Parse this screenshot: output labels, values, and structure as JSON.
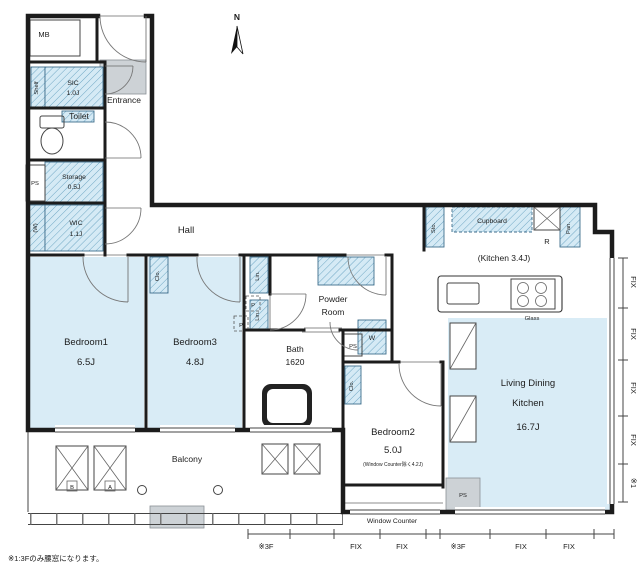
{
  "rooms": {
    "bedroom1": {
      "name": "Bedroom1",
      "size": "6.5J"
    },
    "bedroom3": {
      "name": "Bedroom3",
      "size": "4.8J"
    },
    "bedroom2": {
      "name": "Bedroom2",
      "size": "5.0J",
      "note": "(Window Counter除く4.2J)"
    },
    "ldk": {
      "name1": "Living Dining",
      "name2": "Kitchen",
      "size": "16.7J"
    },
    "kitchen_note": "(Kitchen 3.4J)",
    "bath": {
      "name": "Bath",
      "size": "1620"
    },
    "powder": {
      "name1": "Powder",
      "name2": "Room"
    },
    "toilet": "Toilet",
    "entrance": "Entrance",
    "hall": "Hall",
    "balcony": "Balcony",
    "sic": {
      "name": "SIC",
      "size": "1.0J"
    },
    "storage": {
      "name": "Storage",
      "size": "0.5J"
    },
    "wic": {
      "name": "WIC",
      "size": "1.1J"
    }
  },
  "small": {
    "mb": "MB",
    "n": "N",
    "shelf": "Shelf",
    "ps": "PS",
    "w_paren": "(W)",
    "clo": "Clo.",
    "lin": "Lin.",
    "p": "P",
    "w": "W",
    "sto": "Sto.",
    "cupboard": "Cupboard",
    "r": "R",
    "pan": "Pan.",
    "glass": "Glass",
    "b": "B",
    "a": "A",
    "window_counter": "Window Counter"
  },
  "marks": {
    "bottom": [
      "※3F",
      "FIX",
      "FIX",
      "※3F",
      "FIX",
      "FIX"
    ],
    "right": [
      "FIX",
      "FIX",
      "FIX",
      "FIX",
      "※1"
    ],
    "caption": "※1:3Fのみ腰窓になります。"
  },
  "colors": {
    "room_fill": "#d9ecf6",
    "hatch_line": "#6fa7c4",
    "wall": "#1c1c1c",
    "gray_fill": "#cdd2d6"
  }
}
